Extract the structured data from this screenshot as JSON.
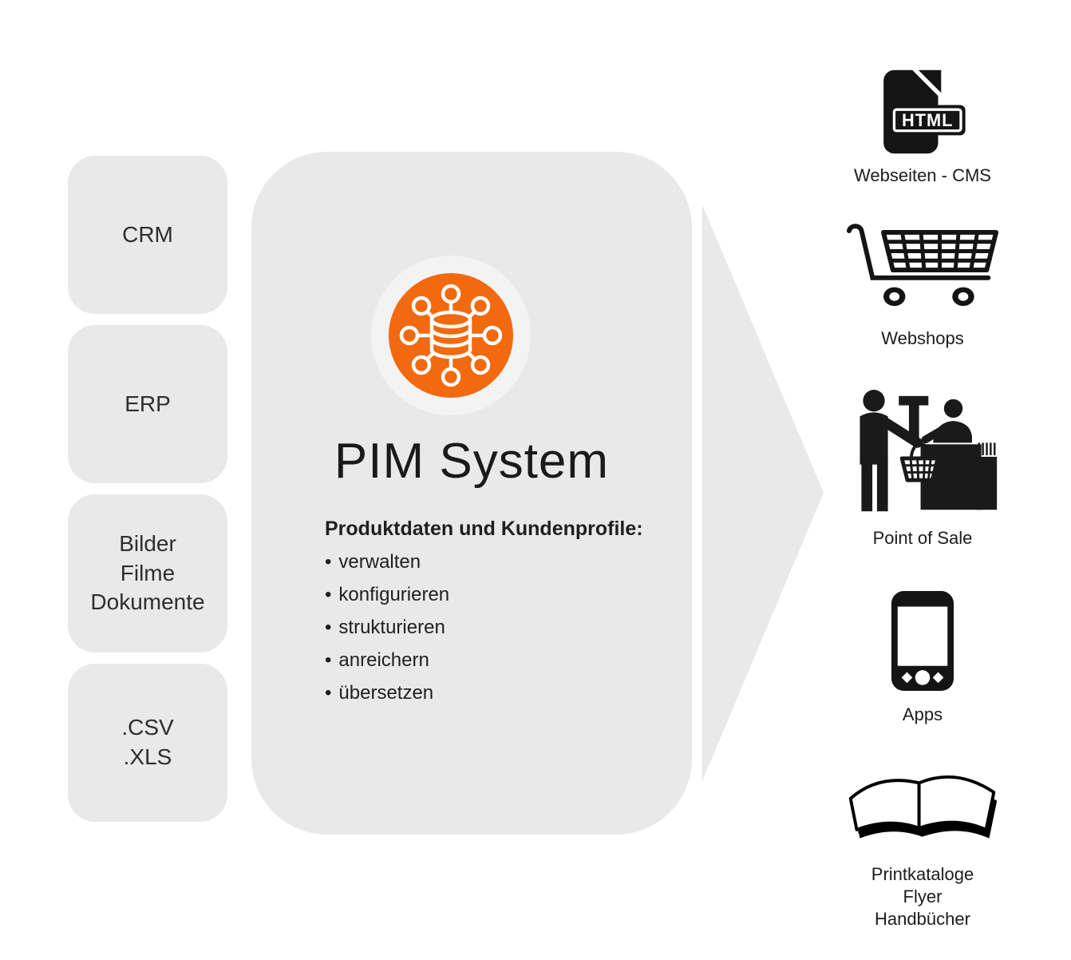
{
  "colors": {
    "panel_gray": "#e9e9e9",
    "halo_gray": "#f3f3f3",
    "accent_orange": "#f2690f",
    "icon_black": "#141414"
  },
  "inputs": [
    {
      "label_lines": [
        "CRM"
      ]
    },
    {
      "label_lines": [
        "ERP"
      ]
    },
    {
      "label_lines": [
        "Bilder",
        "Filme",
        "Dokumente"
      ]
    },
    {
      "label_lines": [
        ".CSV",
        ".XLS"
      ]
    }
  ],
  "center": {
    "icon": "data-hub-icon",
    "title": "PIM System",
    "subtitle": "Produktdaten und Kundenprofile:",
    "bullet_char": "•",
    "bullets": [
      "verwalten",
      "konfigurieren",
      "strukturieren",
      "anreichern",
      "übersetzen"
    ]
  },
  "outputs": [
    {
      "icon": "html-file-icon",
      "icon_text": "HTML",
      "label_lines": [
        "Webseiten - CMS"
      ]
    },
    {
      "icon": "shopping-cart-icon",
      "label_lines": [
        "Webshops"
      ]
    },
    {
      "icon": "point-of-sale-icon",
      "label_lines": [
        "Point of Sale"
      ]
    },
    {
      "icon": "smartphone-icon",
      "label_lines": [
        "Apps"
      ]
    },
    {
      "icon": "open-book-icon",
      "label_lines": [
        "Printkataloge",
        "Flyer",
        "Handbücher"
      ]
    }
  ]
}
